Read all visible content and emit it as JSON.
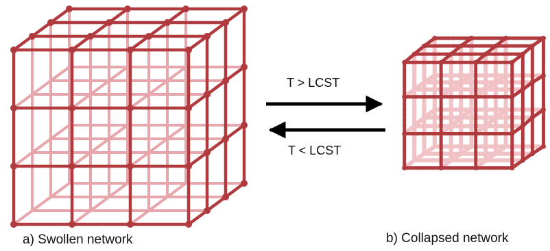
{
  "colors": {
    "network_front": "#b03a3e",
    "network_back": "#e6a6ac",
    "collapsed_back": "#f0c2c6",
    "arrow": "#000000"
  },
  "arrows": {
    "forward_label": "T > LCST",
    "reverse_label": "T < LCST"
  },
  "panels": {
    "swollen": {
      "caption": "a) Swollen network",
      "grid_cells": 3
    },
    "collapsed": {
      "caption": "b) Collapsed network",
      "grid_cells": 3
    }
  }
}
